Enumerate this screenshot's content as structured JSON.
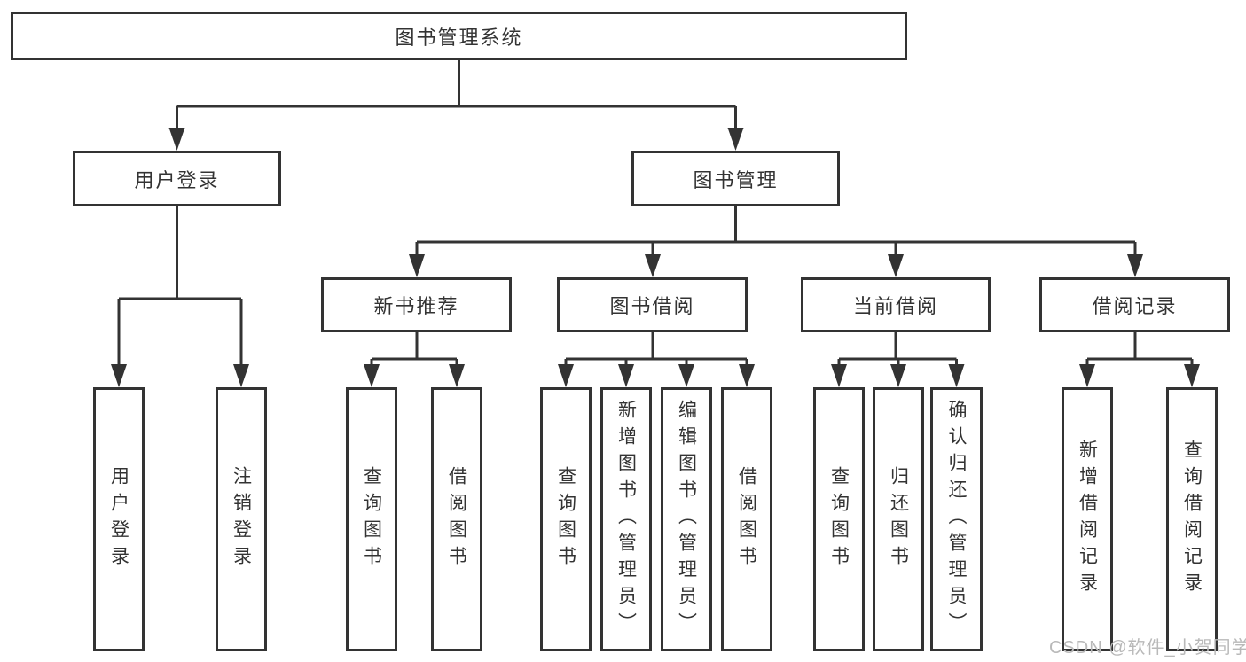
{
  "diagram": {
    "root": {
      "label": "图书管理系统"
    },
    "branches": [
      {
        "label": "用户登录",
        "children": [
          "用户登录",
          "注销登录"
        ]
      },
      {
        "label": "图书管理",
        "children": [
          {
            "label": "新书推荐",
            "children": [
              "查询图书",
              "借阅图书"
            ]
          },
          {
            "label": "图书借阅",
            "children": [
              "查询图书",
              "新增图书（管理员）",
              "编辑图书（管理员）",
              "借阅图书"
            ]
          },
          {
            "label": "当前借阅",
            "children": [
              "查询图书",
              "归还图书",
              "确认归还（管理员）"
            ]
          },
          {
            "label": "借阅记录",
            "children": [
              "新增借阅记录",
              "查询借阅记录"
            ]
          }
        ]
      }
    ]
  },
  "watermark": {
    "text": "CSDN @软件_小贺同学"
  },
  "colors": {
    "line": "#333333",
    "box_border": "#333333",
    "text": "#333333",
    "background": "#ffffff",
    "watermark": "#b9b9b9"
  }
}
